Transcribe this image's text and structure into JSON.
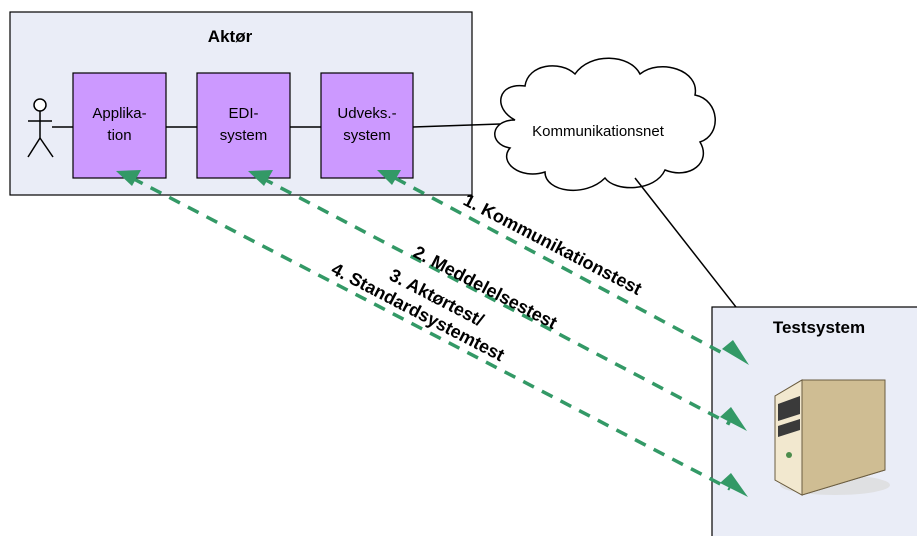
{
  "actor_box": {
    "title": "Aktør",
    "components": [
      {
        "line1": "Applika-",
        "line2": "tion"
      },
      {
        "line1": "EDI-",
        "line2": "system"
      },
      {
        "line1": "Udveks.-",
        "line2": "system"
      }
    ]
  },
  "network": {
    "label": "Kommunikationsnet"
  },
  "test_box": {
    "title": "Testsystem"
  },
  "tests": [
    {
      "label": "1. Kommunikationstest"
    },
    {
      "label": "2. Meddelelsestest"
    },
    {
      "label": "3. Aktørtest/"
    },
    {
      "label": "4. Standardsystemtest"
    }
  ],
  "colors": {
    "region_fill": "#eaedf7",
    "component_fill": "#cc99ff",
    "arrow": "#339966"
  }
}
